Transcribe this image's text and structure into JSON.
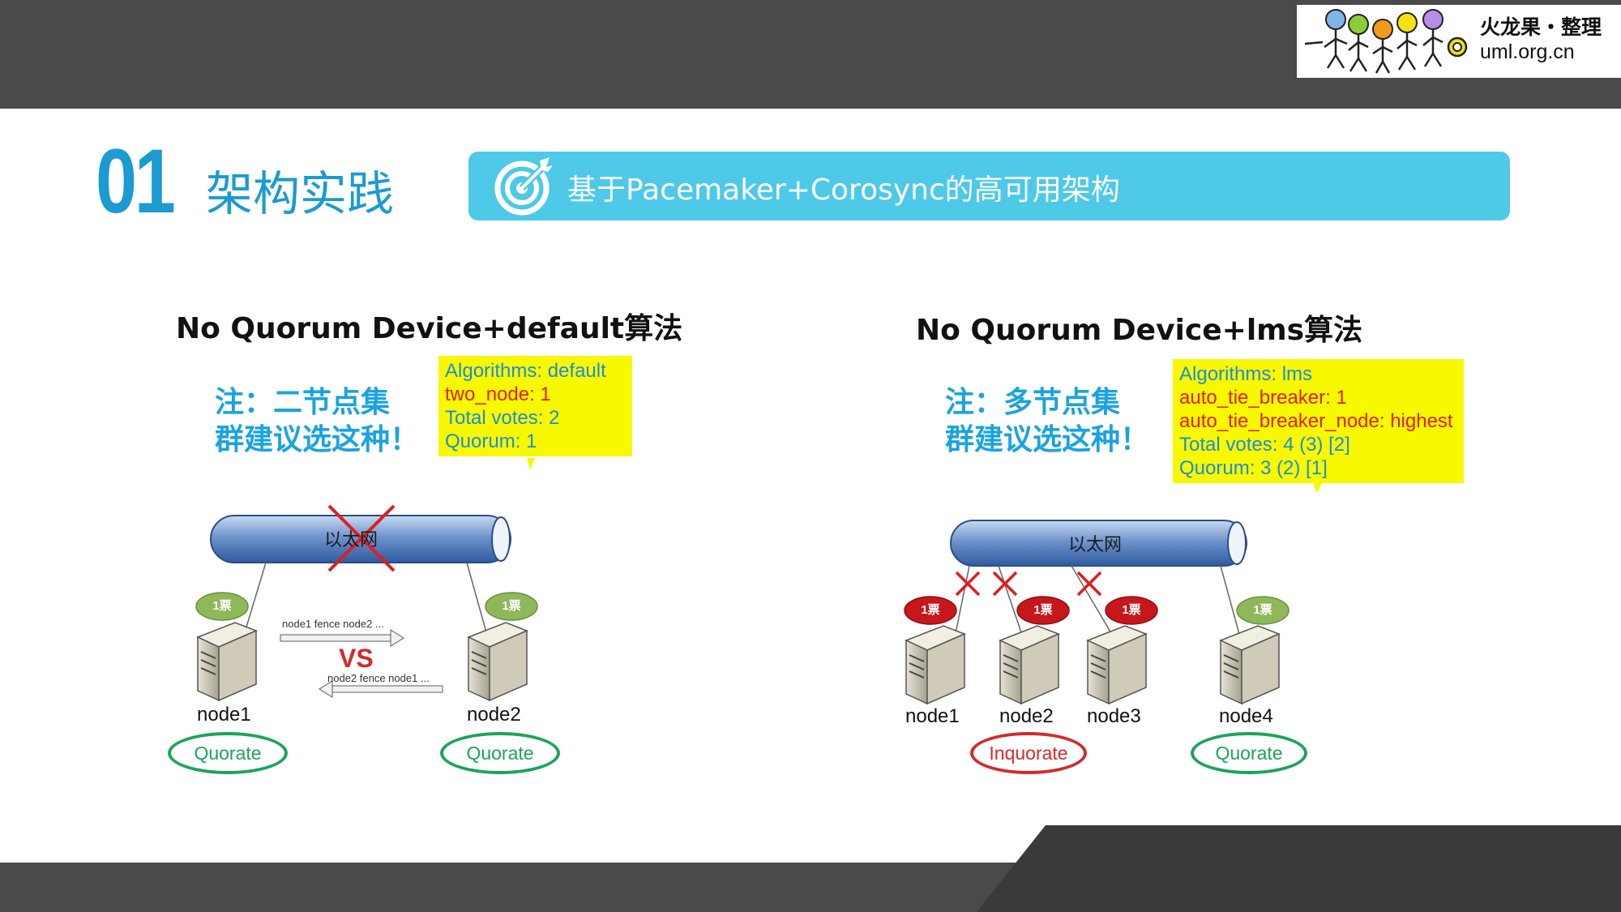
{
  "logo": {
    "title": "火龙果・整理",
    "url": "uml.org.cn"
  },
  "section": {
    "number": "01",
    "title": "架构实践"
  },
  "banner": {
    "text": "基于Pacemaker+Corosync的高可用架构",
    "icon": "target-icon"
  },
  "left": {
    "title": "No Quorum Device+default算法",
    "note_line1": "注：二节点集",
    "note_line2": "群建议选这种！",
    "callout": [
      "Algorithms: default",
      "two_node: 1",
      "Total votes: 2",
      "Quorum: 1"
    ],
    "network_label": "以太网",
    "vote_label": "1票",
    "nodes": [
      "node1",
      "node2"
    ],
    "arrow_top": "node1 fence node2 ...",
    "arrow_bottom": "node2 fence node1 ...",
    "vs": "VS",
    "statuses": [
      "Quorate",
      "Quorate"
    ]
  },
  "right": {
    "title": "No Quorum Device+lms算法",
    "note_line1": "注：多节点集",
    "note_line2": "群建议选这种！",
    "callout": [
      "Algorithms: lms",
      "auto_tie_breaker: 1",
      "auto_tie_breaker_node: highest",
      "Total votes: 4  (3)  [2]",
      "Quorum: 3  (2)  [1]"
    ],
    "network_label": "以太网",
    "vote_label": "1票",
    "nodes": [
      "node1",
      "node2",
      "node3",
      "node4"
    ],
    "statuses": [
      "Inquorate",
      "Quorate"
    ]
  },
  "colors": {
    "accent": "#1b9bd1",
    "banner": "#4ec9e8",
    "callout": "#f8f800",
    "quorate": "#1aa55a",
    "inquorate": "#d42a2a",
    "vote_ok": "#8fb85a",
    "vote_lost": "#c8171b"
  }
}
